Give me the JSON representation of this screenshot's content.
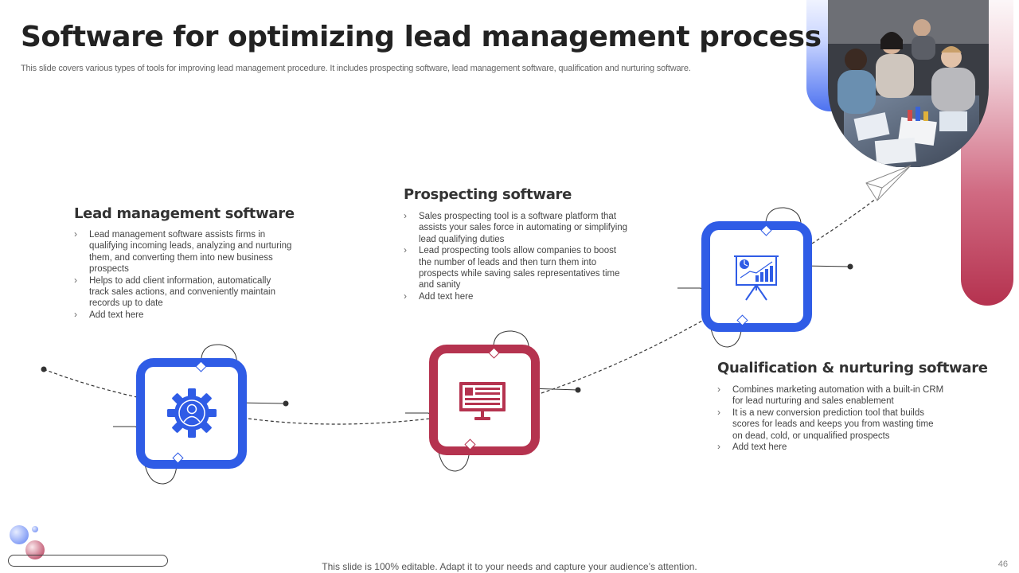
{
  "slide": {
    "title": "Software for optimizing lead management process",
    "subtitle": "This slide covers various types of tools for improving lead management procedure. It includes prospecting software, lead management software, qualification and nurturing software.",
    "footer": "This slide is 100% editable. Adapt it to your needs and capture your audience’s attention.",
    "page_number": "46"
  },
  "sections": {
    "lead": {
      "title": "Lead management software",
      "bullets": [
        "Lead management software assists firms in qualifying incoming leads, analyzing and nurturing them, and converting them into new business prospects",
        "Helps to add client information, automatically track sales actions, and conveniently maintain records up to date",
        "Add text here"
      ],
      "icon": "user-gear-icon"
    },
    "prospecting": {
      "title": "Prospecting software",
      "bullets": [
        "Sales prospecting tool is a software platform that assists your sales force in automating or simplifying lead qualifying duties",
        "Lead prospecting tools allow companies to boost the number of leads and then turn them into prospects while saving sales representatives time and sanity",
        "Add text here"
      ],
      "icon": "monitor-icon"
    },
    "qualification": {
      "title": "Qualification & nurturing software",
      "bullets": [
        "Combines marketing automation with a built-in CRM for lead nurturing and sales enablement",
        "It is a new conversion prediction tool that builds scores for leads and keeps you from wasting time on dead, cold, or unqualified prospects",
        "Add text here"
      ],
      "icon": "presentation-chart-icon"
    }
  },
  "colors": {
    "blue": "#2f5ce6",
    "red": "#b5334f"
  }
}
